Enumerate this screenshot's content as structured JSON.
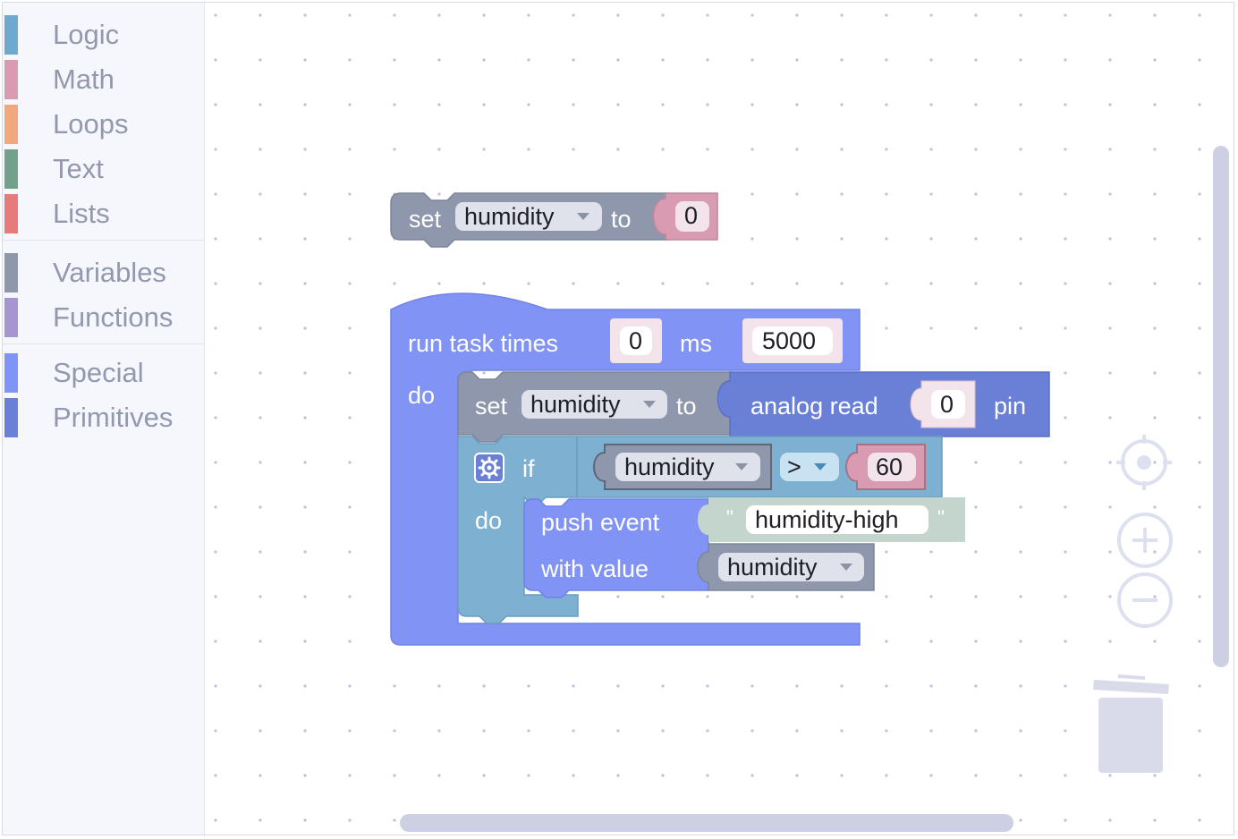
{
  "toolbox": {
    "categories": [
      {
        "label": "Logic",
        "color": "#6fa9cf"
      },
      {
        "label": "Math",
        "color": "#d99bb2"
      },
      {
        "label": "Loops",
        "color": "#f3a77e"
      },
      {
        "label": "Text",
        "color": "#73a08a"
      },
      {
        "label": "Lists",
        "color": "#e77a7a"
      },
      {
        "label": "Variables",
        "color": "#8e97ab"
      },
      {
        "label": "Functions",
        "color": "#a695cf"
      },
      {
        "label": "Special",
        "color": "#7f94f5"
      },
      {
        "label": "Primitives",
        "color": "#6a7fd6"
      }
    ]
  },
  "blocks": {
    "set_top": {
      "keyword": "set",
      "variable": "humidity",
      "to": "to",
      "value": "0"
    },
    "task": {
      "label": "run task times",
      "first_value": "0",
      "ms": "ms",
      "interval": "5000",
      "do": "do"
    },
    "set_inner": {
      "keyword": "set",
      "variable": "humidity",
      "to": "to"
    },
    "analog": {
      "label": "analog read",
      "pin_value": "0",
      "pin": "pin"
    },
    "if_block": {
      "keyword": "if",
      "do": "do"
    },
    "compare": {
      "variable": "humidity",
      "operator": ">",
      "value": "60"
    },
    "push": {
      "label": "push event",
      "event_name": "humidity-high",
      "quote_open": "\"",
      "quote_close": "\"",
      "with_value": "with value",
      "value_var": "humidity"
    }
  },
  "colors": {
    "variables": "#8e97ab",
    "math": "#d99bb2",
    "special": "#8193f5",
    "primitives": "#6a7fd6",
    "logic": "#7db0d1",
    "text": "#c3d5cc"
  },
  "controls": {
    "recenter": "crosshair-icon",
    "zoom_in": "zoom-in-icon",
    "zoom_out": "zoom-out-icon",
    "trash": "trash-icon"
  }
}
